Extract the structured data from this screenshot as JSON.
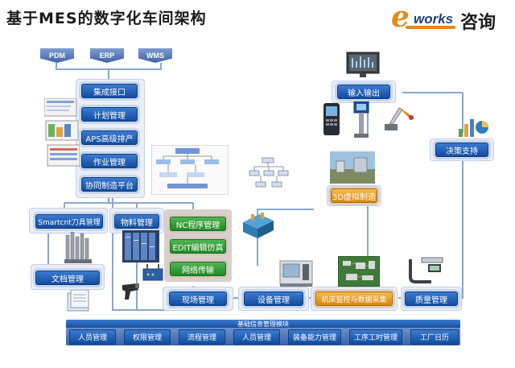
{
  "title": "基于MES的数字化车间架构",
  "logo": {
    "mark": "e",
    "brand": "works",
    "suffix": "咨询"
  },
  "top_systems": [
    "PDM",
    "ERP",
    "WMS"
  ],
  "left_column": [
    "集成接口",
    "计划管理",
    "APS高级排产",
    "作业管理",
    "协同制造平台"
  ],
  "middle_row": {
    "tool_box": "Smartcnt刀具管理",
    "material_box": "物料管理",
    "nc_boxes": [
      "NC程序管理",
      "EDIT编辑仿真",
      "网络传输"
    ],
    "doc_box": "文档管理"
  },
  "right_column": {
    "io": "输入输出",
    "decision": "决策支持",
    "sim": "3D虚拟制造"
  },
  "bottom_row": {
    "field": "现场管理",
    "equipment": "设备管理",
    "machine": "机床监控与数据采集",
    "quality": "质量管理"
  },
  "base_bar": {
    "title": "基础信息管理模块",
    "items": [
      "人员管理",
      "权限管理",
      "流程管理",
      "人员管理",
      "装备能力管理",
      "工序工时管理",
      "工厂日历"
    ]
  },
  "colors": {
    "blue": "#134c9e",
    "green": "#1f8a22",
    "orange": "#d9860e",
    "logo_orange": "#e38a1b"
  }
}
